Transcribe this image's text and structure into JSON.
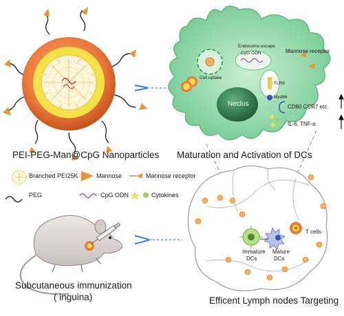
{
  "panels": {
    "nanoparticle_title": "PEI-PEG-Man@CpG Nanoparticles",
    "dc_title": "Maturation and Activation of DCs",
    "immunization_title": "Subcutaneous immunization",
    "immunization_subtitle": "( inguina)",
    "lymph_title": "Efficent Lymph nodes Targeting"
  },
  "legend": {
    "pei": "Branched PEI25K",
    "mannose": "Mannose",
    "mannose_receptor": "Mannose receptor",
    "peg": "PEG",
    "cpg": "CpG ODN",
    "cytokines": "Cytokines"
  },
  "dc_cell": {
    "nucleus": "Neclus",
    "endosome_escape": "Endosome escape",
    "cpg_odn": "CpG ODN",
    "cell_uptake": "Cell uptake",
    "tlr9": "TLR9",
    "myd88": "Myd88",
    "mannose_receptor": "Mannose receptor",
    "markers": "CD80 CCR7 etc",
    "cytokines": "IL-6, TNF-α"
  },
  "lymph_node": {
    "immature": [
      "Immature",
      "DCs"
    ],
    "mature": [
      "Mature",
      "DCs"
    ],
    "t_cells": "T cells"
  },
  "colors": {
    "shell_orange": "#e8783a",
    "yellow": "#f7e24a",
    "dc_green": "#8fd7a3",
    "nucleus": "#2f7d4a",
    "arrow_blue": "#3a7fd0",
    "mannose": "#e7953a"
  }
}
